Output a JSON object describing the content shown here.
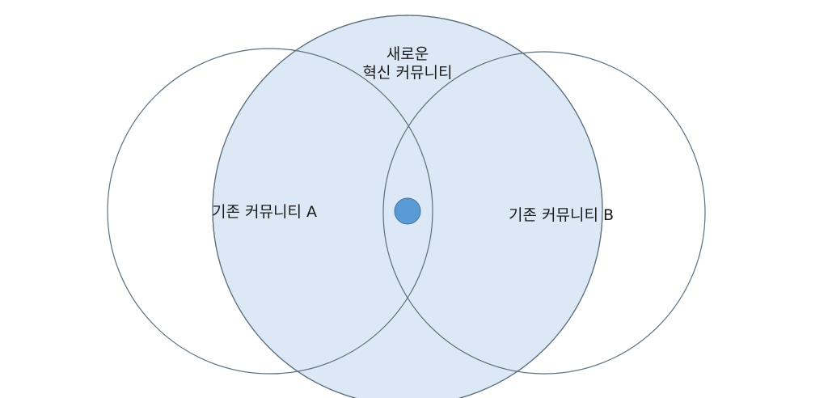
{
  "diagram": {
    "circles": [
      {
        "id": "community-a",
        "label": "기존 커뮤니티 A",
        "fill": "none",
        "stroke": "#5b6f7e"
      },
      {
        "id": "innovation",
        "label_lines": [
          "새로운",
          "혁신 커뮤니티"
        ],
        "fill": "#dce8f5",
        "stroke": "#5b6f7e"
      },
      {
        "id": "community-b",
        "label": "기존 커뮤니티 B",
        "fill": "none",
        "stroke": "#5b6f7e"
      }
    ],
    "center_dot": {
      "fill": "#5b9bd5",
      "stroke": "#41729f"
    }
  }
}
